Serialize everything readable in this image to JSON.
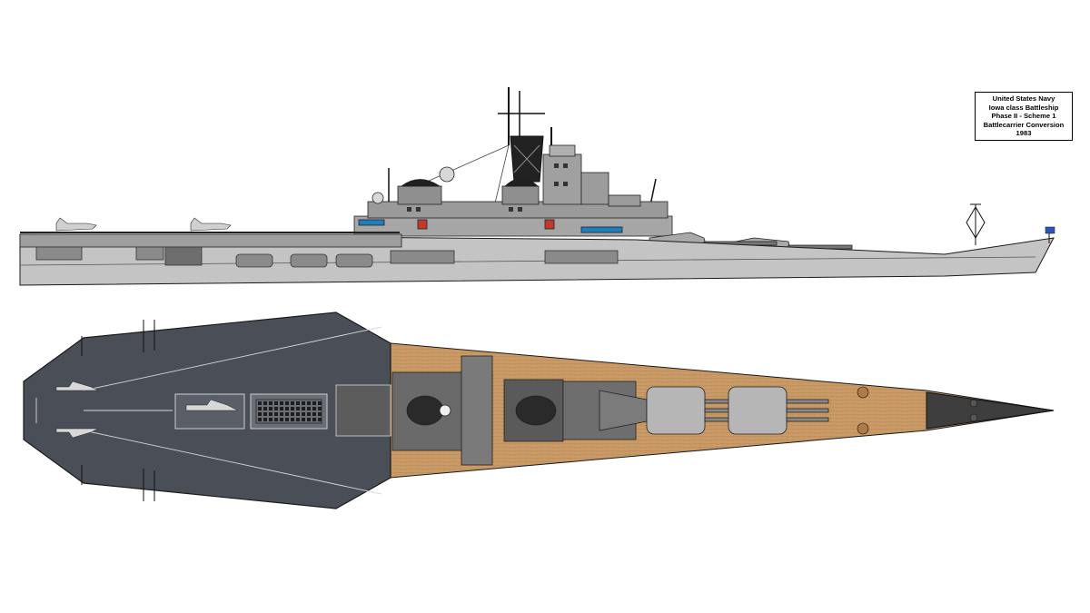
{
  "caption": {
    "lines": [
      "United States Navy",
      "Iowa class Battleship",
      "Phase II - Scheme 1",
      "Battlecarrier Conversion",
      "1983"
    ]
  },
  "colors": {
    "hull": "#c4c4c4",
    "superstructure": "#9a9a9a",
    "flight_deck": "#4a4f57",
    "wood_deck": "#c99a66",
    "outline": "#1a1a1a",
    "flag": "#2a56b8"
  }
}
